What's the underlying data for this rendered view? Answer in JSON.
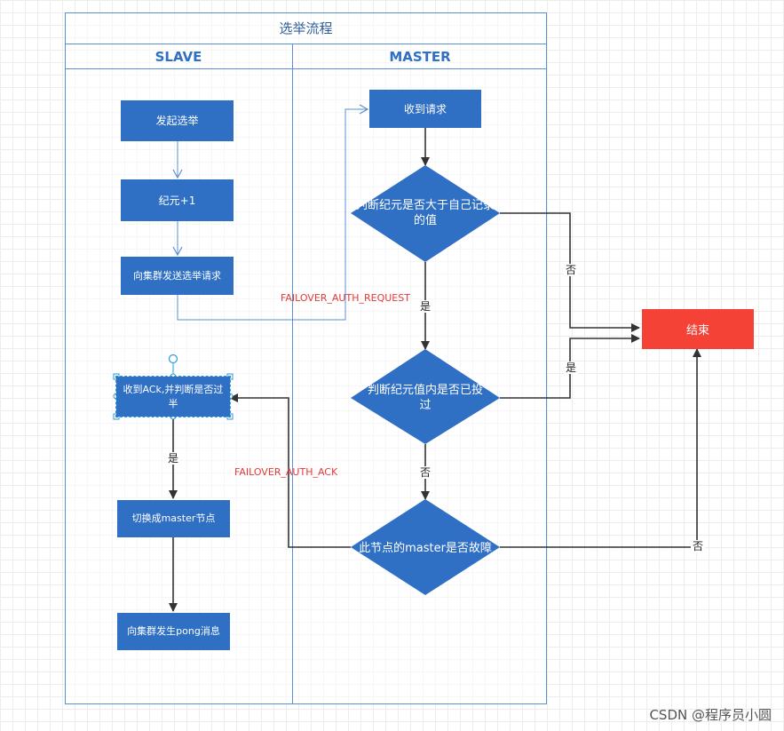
{
  "title": "选举流程",
  "lanes": {
    "slave": "SLAVE",
    "master": "MASTER"
  },
  "nodes": {
    "start_election": "发起选举",
    "epoch_plus_one": "纪元+1",
    "send_request": "向集群发送选举请求",
    "receive_ack": "收到ACk,并判断是否过半",
    "switch_master": "切换成master节点",
    "send_pong": "向集群发生pong消息",
    "receive_request": "收到请求",
    "check_epoch": "判断纪元是否大于自己记录的值",
    "check_voted": "判断纪元值内是否已投过",
    "check_master_fail": "此节点的master是否故障",
    "end": "结束"
  },
  "edge_labels": {
    "auth_request": "FAILOVER_AUTH_REQUEST",
    "auth_ack": "FAILOVER_AUTH_ACK",
    "yes": "是",
    "no": "否"
  },
  "colors": {
    "node": "#2f6fc4",
    "end": "#f44336",
    "lane_border": "#5b8fd4",
    "edge_label": "#e53935"
  },
  "watermark": "CSDN @程序员小圆"
}
